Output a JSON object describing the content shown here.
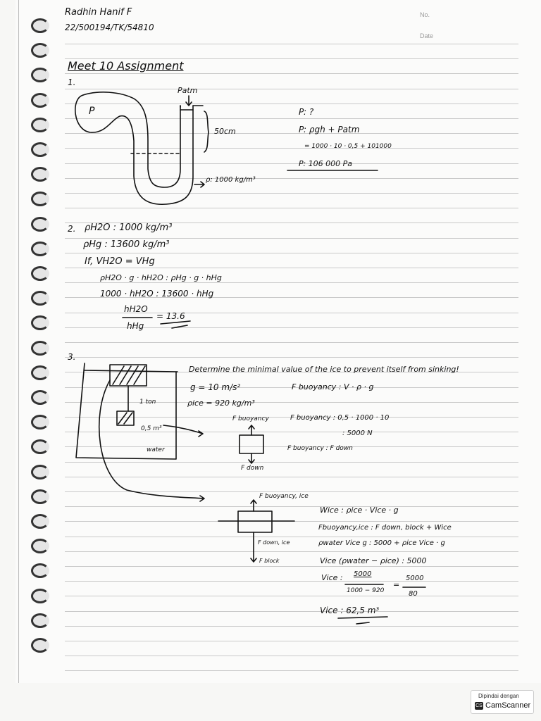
{
  "header": {
    "name": "Radhin Hanif F",
    "student_id": "22/500194/TK/54810",
    "no_label": "No.",
    "date_label": "Date"
  },
  "title": "Meet 10 Assignment",
  "problem1": {
    "number": "1.",
    "diagram": {
      "p_label": "P",
      "patm_label": "Patm",
      "height_label": "50cm",
      "density_label": "ρ: 1000 kg/m³"
    },
    "solution": [
      "P: ?",
      "P: ρgh + Patm",
      "= 1000 · 10 · 0,5 + 101000",
      "P: 106 000 Pa"
    ]
  },
  "problem2": {
    "number": "2.",
    "lines": [
      "ρH2O : 1000 kg/m³",
      "ρHg : 13600 kg/m³",
      "If, VH2O = VHg",
      "ρH2O · g · hH2O : ρHg · g · hHg",
      "1000 · hH2O : 13600 · hHg"
    ],
    "ratio_num": "hH2O",
    "ratio_den": "hHg",
    "ratio_value": "= 13.6"
  },
  "problem3": {
    "number": "3.",
    "statement": "Determine the minimal value of the ice to prevent itself from sinking!",
    "givens": [
      "g = 10 m/s²",
      "ρice = 920 kg/m³"
    ],
    "diagram": {
      "mass_label": "1 ton",
      "volume_label": "0,5 m³",
      "water_label": "water"
    },
    "fbd1": {
      "top": "F buoyancy",
      "bottom": "F down"
    },
    "buoyancy_formula": "F buoyancy : V · ρ · g",
    "buoyancy_calc": [
      "F buoyancy : 0,5 · 1000 · 10",
      ": 5000 N",
      "F buoyancy : F down"
    ],
    "fbd2": {
      "top": "F buoyancy, ice",
      "right": "F down, ice",
      "bottom": "F block"
    },
    "ice_steps": [
      "Wice : ρice · Vice · g",
      "Fbuoyancy,ice : F down, block + Wice",
      "ρwater Vice g : 5000 + ρice Vice · g",
      "Vice (ρwater − ρice) : 5000"
    ],
    "vice_frac": {
      "lhs": "Vice :",
      "n1": "5000",
      "d1": "1000 − 920",
      "eq": "=",
      "n2": "5000",
      "d2": "80"
    },
    "result": "Vice : 62,5 m³"
  },
  "footer": {
    "scanned_by": "Dipindai dengan",
    "logo_text": "CS",
    "app": "CamScanner"
  }
}
